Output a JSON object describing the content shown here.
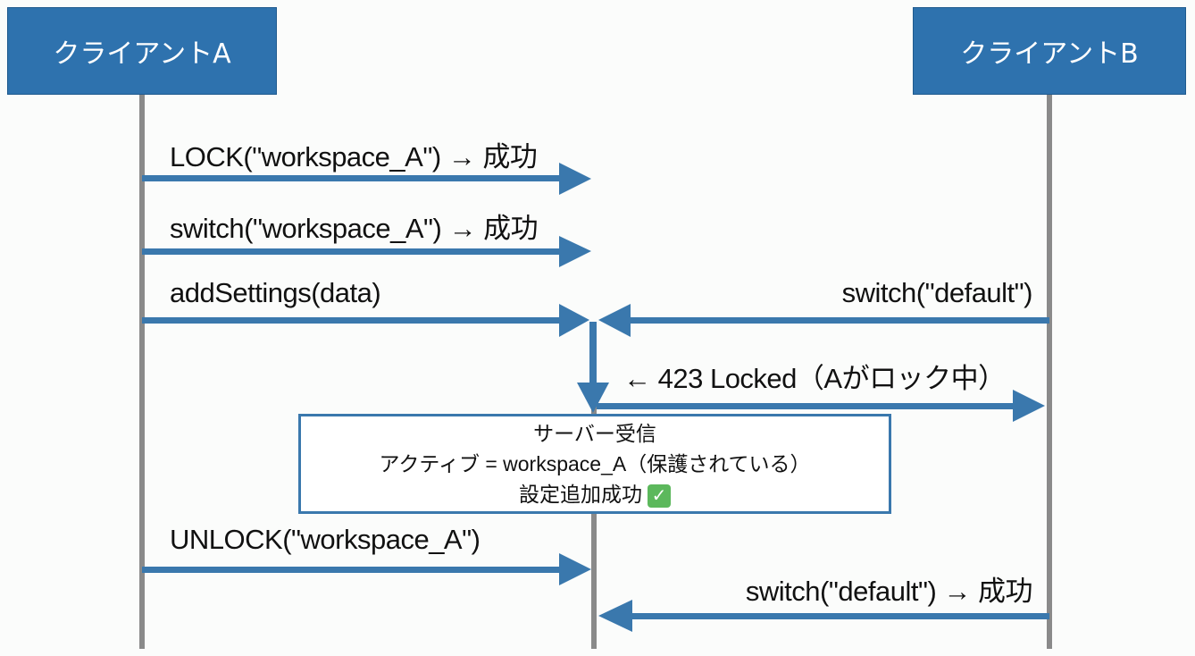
{
  "actors": {
    "a": "クライアントA",
    "b": "クライアントB"
  },
  "messages": [
    {
      "id": "lock",
      "from": "client-a",
      "to": "server",
      "label": "LOCK(\"workspace_A\") → 成功"
    },
    {
      "id": "switch-a",
      "from": "client-a",
      "to": "server",
      "label": "switch(\"workspace_A\") → 成功"
    },
    {
      "id": "add-settings",
      "from": "client-a",
      "to": "server",
      "label": "addSettings(data)"
    },
    {
      "id": "switch-b",
      "from": "client-b",
      "to": "server",
      "label": "switch(\"default\")"
    },
    {
      "id": "locked-response",
      "from": "server",
      "to": "client-b",
      "label": "← 423 Locked（Aがロック中）"
    },
    {
      "id": "unlock",
      "from": "client-a",
      "to": "server",
      "label": "UNLOCK(\"workspace_A\")"
    },
    {
      "id": "switch-b-success",
      "from": "client-b",
      "to": "server",
      "label": "switch(\"default\") → 成功"
    }
  ],
  "server_note": {
    "line1": "サーバー受信",
    "line2": "アクティブ = workspace_A（保護されている）",
    "line3": "設定追加成功",
    "icon": "check-mark-icon"
  },
  "colors": {
    "actor_fill": "#2e72ae",
    "arrow": "#3a78ad",
    "lifeline": "#888888"
  }
}
